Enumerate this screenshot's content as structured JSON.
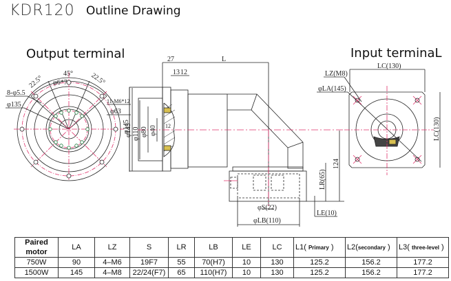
{
  "header": {
    "model": "KDR120",
    "subtitle": "Outline Drawing"
  },
  "sections": {
    "output_label": "Output terminal",
    "input_label": "Input terminaL"
  },
  "output_view": {
    "angle_left": "22.5°",
    "angle_top": "45°",
    "angle_right": "22.5°",
    "pin_holes": "φ6*7",
    "bolt_holes": "8-φ5.5",
    "bolt_circle": "φ135",
    "tapped_holes": "11-M6*12",
    "inner_dia": "φ63",
    "outer_dia": "φ145"
  },
  "side_view": {
    "dim_27": "27",
    "dim_13": "13",
    "dim_12": "12",
    "dim_L": "L",
    "dia_145": "φ145",
    "dia_110": "φ110",
    "dia_80": "φ80",
    "dia_40": "φ40",
    "dim_12_inner": "12",
    "dim_124": "124",
    "lr": "LR(65)",
    "le": "LE(10)",
    "s": "φS(22)",
    "lb": "φLB(110)"
  },
  "input_view": {
    "lc_top": "LC(130)",
    "lc_side": "LC(130)",
    "lz": "LZ(M8)",
    "la": "φLA(145)"
  },
  "colors": {
    "line": "#222222",
    "centerline": "#e0306a",
    "hole_fill": "#d8c050"
  },
  "table": {
    "headers": [
      "Paired motor",
      "LA",
      "LZ",
      "S",
      "LR",
      "LB",
      "LE",
      "LC",
      "L1(",
      "L2(",
      "L3("
    ],
    "header_subs": {
      "L1": "Primary",
      "L2": "secondary",
      "L3": "three-level"
    },
    "rows": [
      [
        "750W",
        "90",
        "4–M6",
        "19F7",
        "55",
        "70(H7)",
        "10",
        "130",
        "125.2",
        "156.2",
        "177.2"
      ],
      [
        "1500W",
        "145",
        "4–M8",
        "22/24(F7)",
        "65",
        "110(H7)",
        "10",
        "130",
        "125.2",
        "156.2",
        "177.2"
      ]
    ]
  }
}
